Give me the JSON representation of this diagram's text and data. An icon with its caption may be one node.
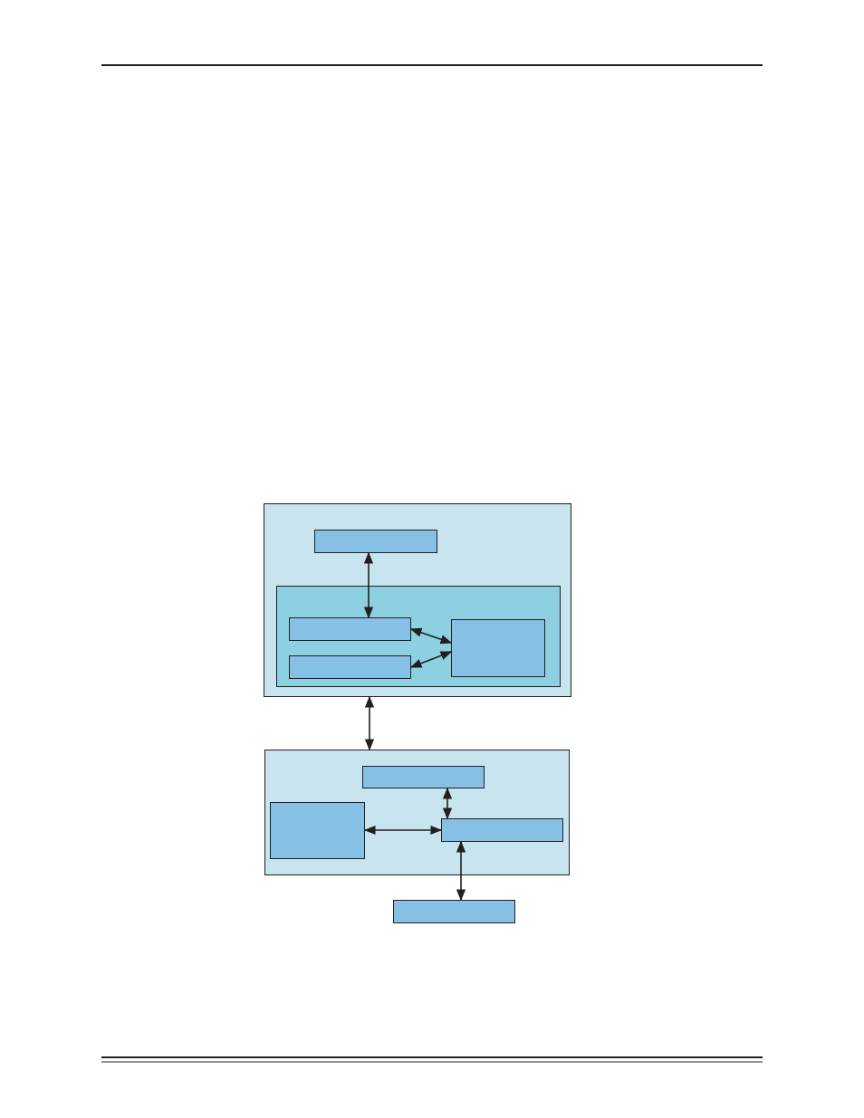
{
  "diagram": {
    "nodes": [
      {
        "text": [],
        "shape": "box"
      },
      {
        "text": [],
        "shape": "box",
        "in": 0
      },
      {
        "text": [],
        "shape": "box",
        "in": 0
      },
      {
        "text": [],
        "shape": "box",
        "in": 2
      },
      {
        "text": [],
        "shape": "box",
        "in": 2
      },
      {
        "text": [],
        "shape": "box",
        "in": 2
      },
      {
        "text": [],
        "shape": "box"
      },
      {
        "text": [],
        "shape": "box",
        "in": 6
      },
      {
        "text": [],
        "shape": "box",
        "in": 6
      },
      {
        "text": [],
        "shape": "box",
        "in": 6
      },
      {
        "text": [],
        "shape": "box"
      }
    ],
    "edges": [
      {
        "from": 1,
        "to": 3,
        "arrow": "both"
      },
      {
        "from": 3,
        "to": 5,
        "arrow": "both"
      },
      {
        "from": 4,
        "to": 5,
        "arrow": "both"
      },
      {
        "from": 0,
        "to": 6,
        "arrow": "both"
      },
      {
        "from": 7,
        "to": 9,
        "arrow": "both"
      },
      {
        "from": 8,
        "to": 9,
        "arrow": "both"
      },
      {
        "from": 9,
        "to": 10,
        "arrow": "both"
      }
    ]
  }
}
